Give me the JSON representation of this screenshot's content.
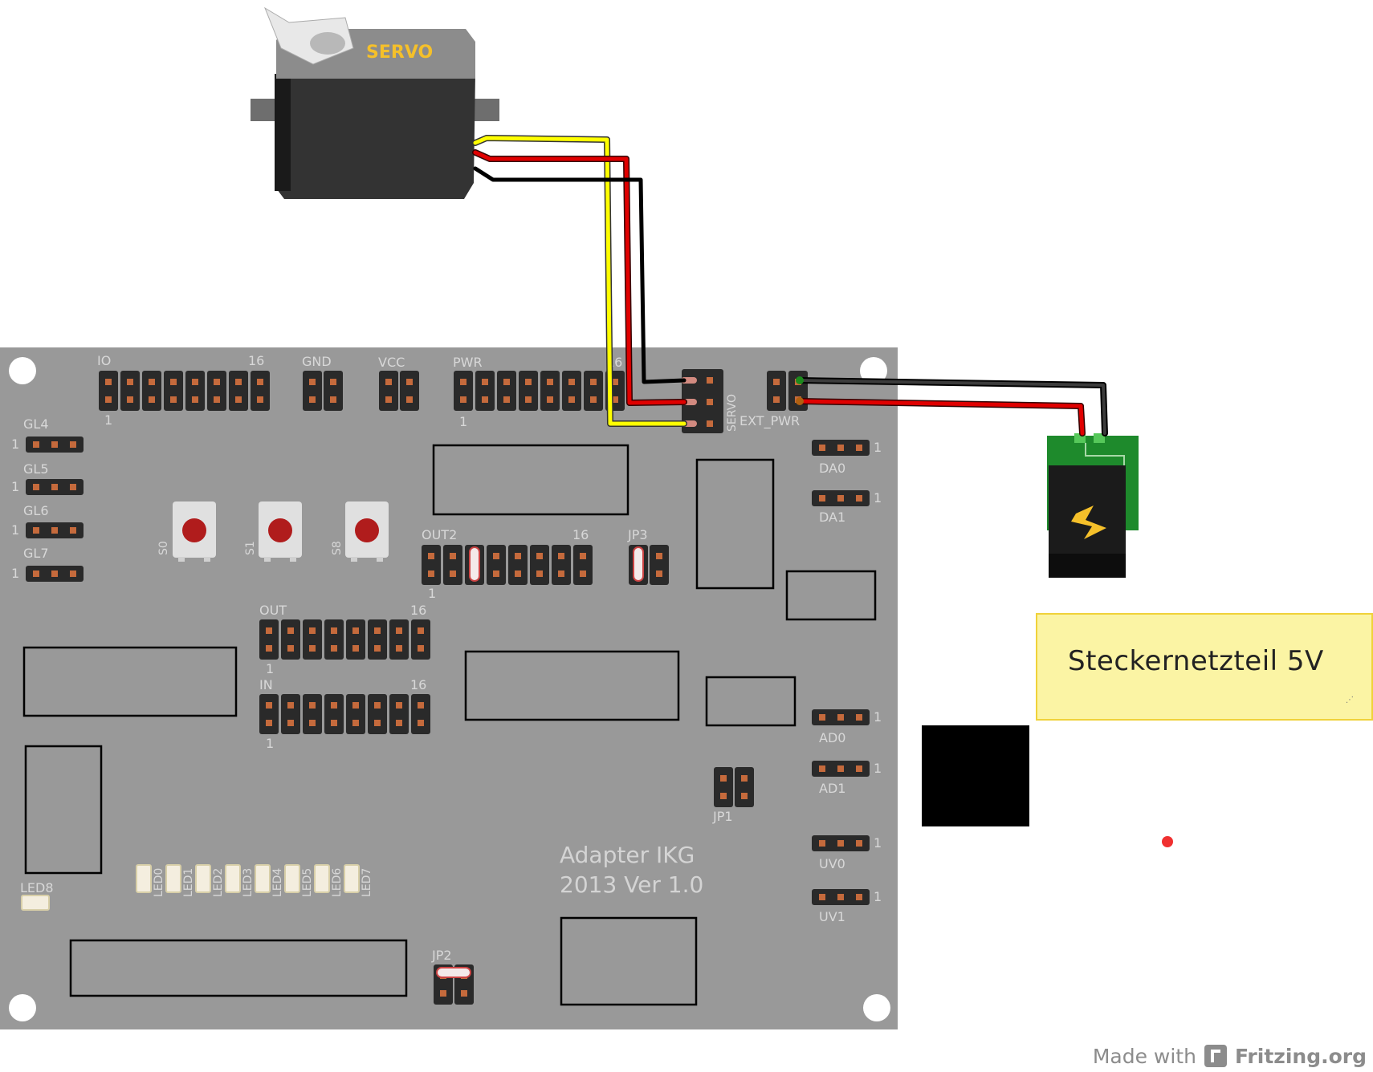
{
  "servo": {
    "label": "SERVO"
  },
  "board": {
    "title_line1": "Adapter IKG",
    "title_line2": "2013 Ver 1.0",
    "headers": [
      {
        "label": "IO",
        "end": "16",
        "start": "1"
      },
      {
        "label": "GND"
      },
      {
        "label": "VCC"
      },
      {
        "label": "PWR",
        "end": "16",
        "start": "1"
      },
      {
        "label": "SERVO"
      },
      {
        "label": "EXT_PWR"
      },
      {
        "label": "OUT2",
        "end": "16",
        "start": "1"
      },
      {
        "label": "JP3"
      },
      {
        "label": "OUT",
        "end": "16",
        "start": "1"
      },
      {
        "label": "IN",
        "end": "16",
        "start": "1"
      },
      {
        "label": "JP1"
      },
      {
        "label": "JP2"
      }
    ],
    "gl": [
      "GL4",
      "GL5",
      "GL6",
      "GL7"
    ],
    "buttons": [
      "S0",
      "S1",
      "S8"
    ],
    "right_headers": [
      "DA0",
      "DA1",
      "AD0",
      "AD1",
      "UV0",
      "UV1"
    ],
    "pin_one": "1",
    "leds": [
      "LED0",
      "LED1",
      "LED2",
      "LED3",
      "LED4",
      "LED5",
      "LED6",
      "LED7"
    ],
    "led8": "LED8"
  },
  "note": {
    "text": "Steckernetzteil 5V"
  },
  "footer": {
    "made_with": "Made with",
    "brand": "Fritzing.org"
  },
  "colors": {
    "board": "#999999",
    "wire_signal": "#ffff00",
    "wire_power": "#e00000",
    "wire_ground": "#000000",
    "note_bg": "#fbf4a4",
    "jack_pcb": "#1e8a2c"
  }
}
